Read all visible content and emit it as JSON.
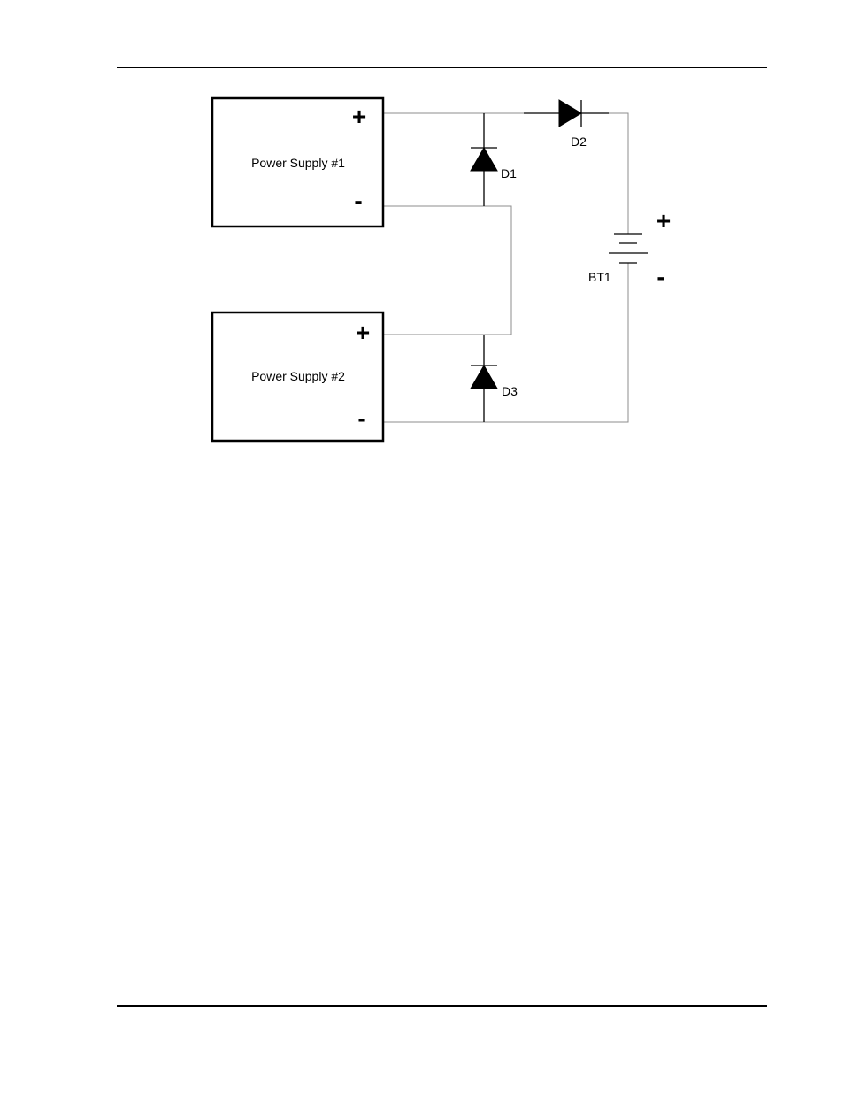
{
  "diagram": {
    "power_supply_1": {
      "label": "Power Supply #1",
      "plus": "+",
      "minus": "-"
    },
    "power_supply_2": {
      "label": "Power Supply #2",
      "plus": "+",
      "minus": "-"
    },
    "d1": {
      "label": "D1"
    },
    "d2": {
      "label": "D2"
    },
    "d3": {
      "label": "D3"
    },
    "bt1": {
      "label": "BT1",
      "plus": "+",
      "minus": "-"
    }
  },
  "colors": {
    "wire": "#8c8c8c",
    "component": "#000000"
  }
}
